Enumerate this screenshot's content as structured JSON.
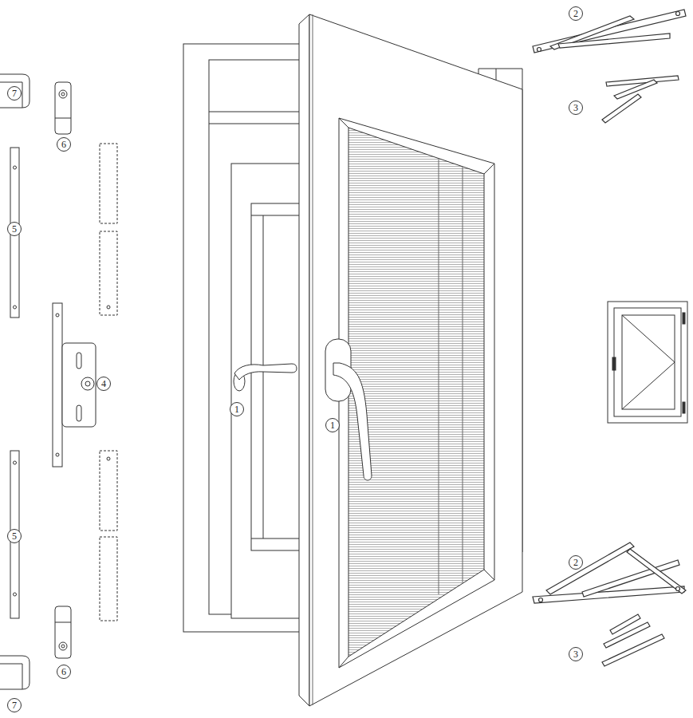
{
  "diagram": {
    "labels": [
      "7",
      "6",
      "5",
      "4",
      "5",
      "6",
      "7",
      "1",
      "1",
      "2",
      "3",
      "2",
      "3"
    ]
  }
}
